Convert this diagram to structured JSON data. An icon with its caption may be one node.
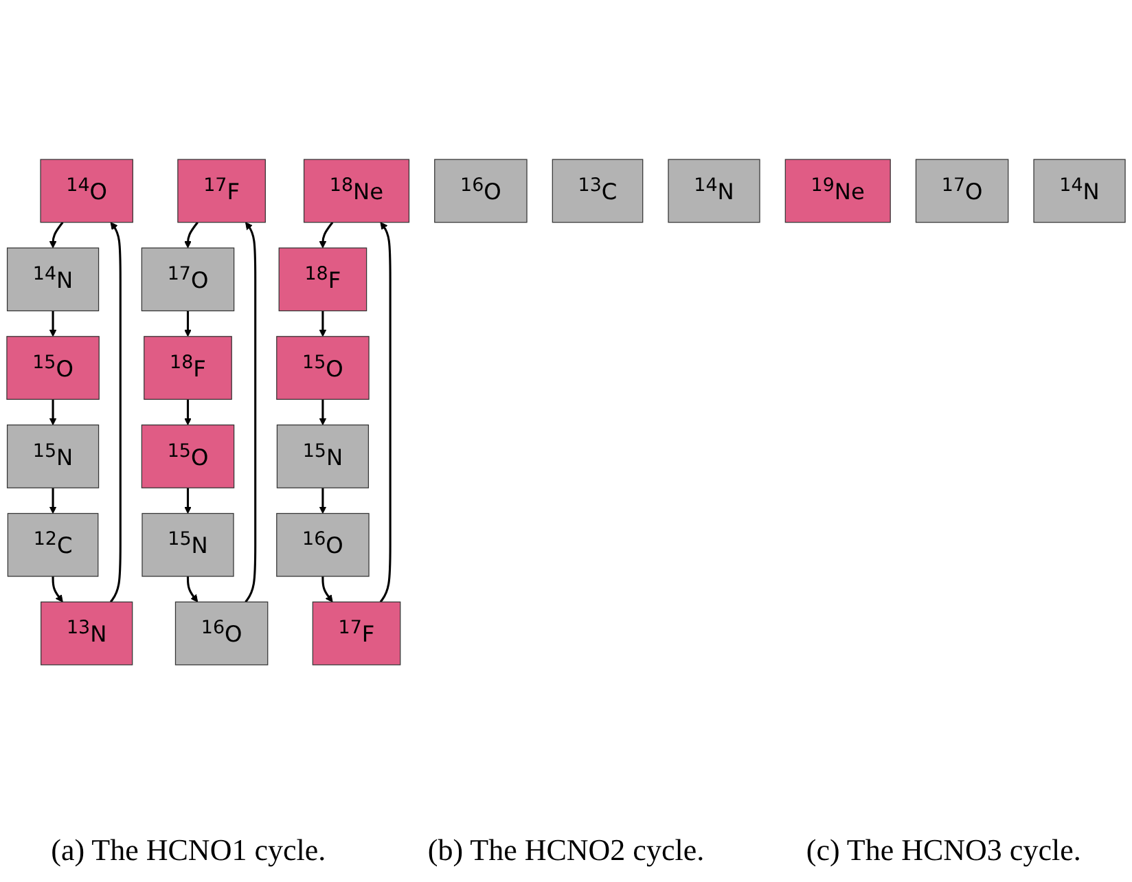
{
  "diagram": {
    "nodes": [
      {
        "text": [
          "$^{14}$O"
        ]
      },
      {
        "text": [
          "$^{15}$O"
        ]
      },
      {
        "text": [
          "$^{16}$O"
        ]
      },
      {
        "text": [
          "$^{13}$N"
        ]
      },
      {
        "text": [
          "$^{14}$N"
        ]
      },
      {
        "text": [
          "$^{15}$N"
        ]
      },
      {
        "text": [
          "$^{12}$C"
        ]
      },
      {
        "text": [
          "$^{13}$C"
        ]
      },
      {
        "text": [
          "$^{17}$F"
        ]
      },
      {
        "text": [
          "$^{18}$F"
        ]
      },
      {
        "text": [
          "$^{15}$O"
        ]
      },
      {
        "text": [
          "$^{16}$O"
        ]
      },
      {
        "text": [
          "$^{17}$O"
        ]
      },
      {
        "text": [
          "$^{14}$N"
        ]
      },
      {
        "text": [
          "$^{15}$N"
        ]
      },
      {
        "text": [
          "$^{18}$Ne"
        ]
      },
      {
        "text": [
          "$^{19}$Ne"
        ]
      },
      {
        "text": [
          "$^{17}$F"
        ]
      },
      {
        "text": [
          "$^{18}$F"
        ]
      },
      {
        "text": [
          "$^{15}$O"
        ]
      },
      {
        "text": [
          "$^{16}$O"
        ]
      },
      {
        "text": [
          "$^{17}$O"
        ]
      },
      {
        "text": [
          "$^{14}$N"
        ]
      },
      {
        "text": [
          "$^{15}$N"
        ]
      }
    ],
    "edges": [
      {
        "from": 6,
        "to": 3,
        "arrow": "to"
      },
      {
        "from": 3,
        "to": 0,
        "arrow": "to"
      },
      {
        "from": 0,
        "to": 4,
        "arrow": "to"
      },
      {
        "from": 4,
        "to": 1,
        "arrow": "to"
      },
      {
        "from": 1,
        "to": 5,
        "arrow": "to"
      },
      {
        "from": 5,
        "to": 6,
        "arrow": "to"
      },
      {
        "from": 10,
        "to": 14,
        "arrow": "to"
      },
      {
        "from": 14,
        "to": 11,
        "arrow": "to"
      },
      {
        "from": 11,
        "to": 8,
        "arrow": "to"
      },
      {
        "from": 8,
        "to": 12,
        "arrow": "to"
      },
      {
        "from": 12,
        "to": 9,
        "arrow": "to"
      },
      {
        "from": 9,
        "to": 10,
        "arrow": "to"
      },
      {
        "from": 19,
        "to": 23,
        "arrow": "to"
      },
      {
        "from": 23,
        "to": 20,
        "arrow": "to"
      },
      {
        "from": 20,
        "to": 17,
        "arrow": "to"
      },
      {
        "from": 17,
        "to": 15,
        "arrow": "to"
      },
      {
        "from": 15,
        "to": 18,
        "arrow": "to"
      },
      {
        "from": 18,
        "to": 19,
        "arrow": "to"
      }
    ],
    "labels": [
      "(a) The HCNO1 cycle.",
      "(b) The HCNO2 cycle.",
      "(c) The HCNO3 cycle."
    ]
  }
}
